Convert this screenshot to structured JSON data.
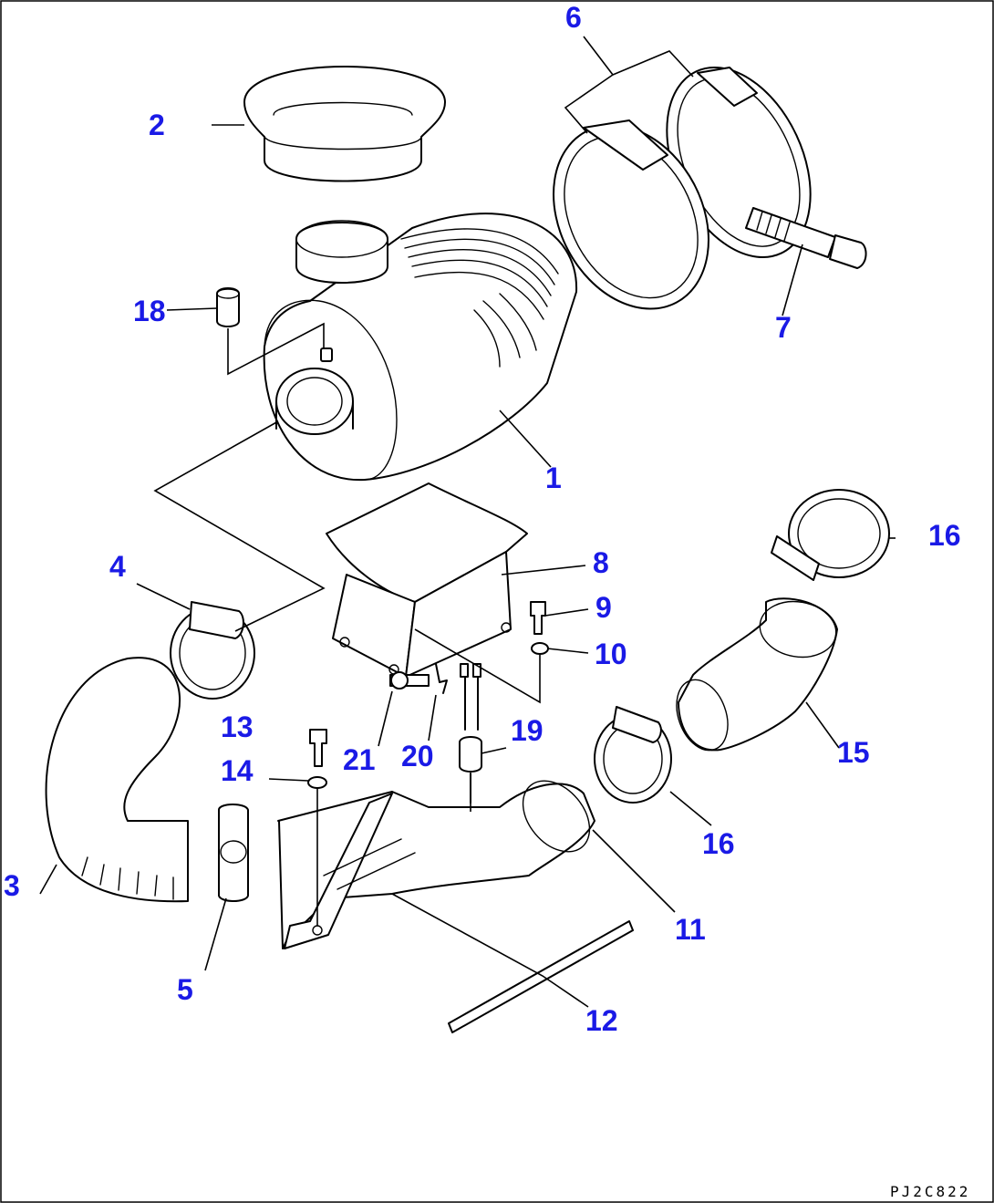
{
  "diagram": {
    "drawing_code": "PJ2C822",
    "colors": {
      "callout": "#1a1ae6",
      "line": "#000000",
      "background": "#ffffff"
    },
    "callouts": [
      {
        "id": "p1",
        "label": "1"
      },
      {
        "id": "p2",
        "label": "2"
      },
      {
        "id": "p3",
        "label": "3"
      },
      {
        "id": "p4",
        "label": "4"
      },
      {
        "id": "p5",
        "label": "5"
      },
      {
        "id": "p6",
        "label": "6"
      },
      {
        "id": "p7",
        "label": "7"
      },
      {
        "id": "p8",
        "label": "8"
      },
      {
        "id": "p9",
        "label": "9"
      },
      {
        "id": "p10",
        "label": "10"
      },
      {
        "id": "p11",
        "label": "11"
      },
      {
        "id": "p12",
        "label": "12"
      },
      {
        "id": "p13",
        "label": "13"
      },
      {
        "id": "p14",
        "label": "14"
      },
      {
        "id": "p15",
        "label": "15"
      },
      {
        "id": "p16a",
        "label": "16"
      },
      {
        "id": "p16b",
        "label": "16"
      },
      {
        "id": "p18",
        "label": "18"
      },
      {
        "id": "p19",
        "label": "19"
      },
      {
        "id": "p20",
        "label": "20"
      },
      {
        "id": "p21",
        "label": "21"
      }
    ]
  }
}
